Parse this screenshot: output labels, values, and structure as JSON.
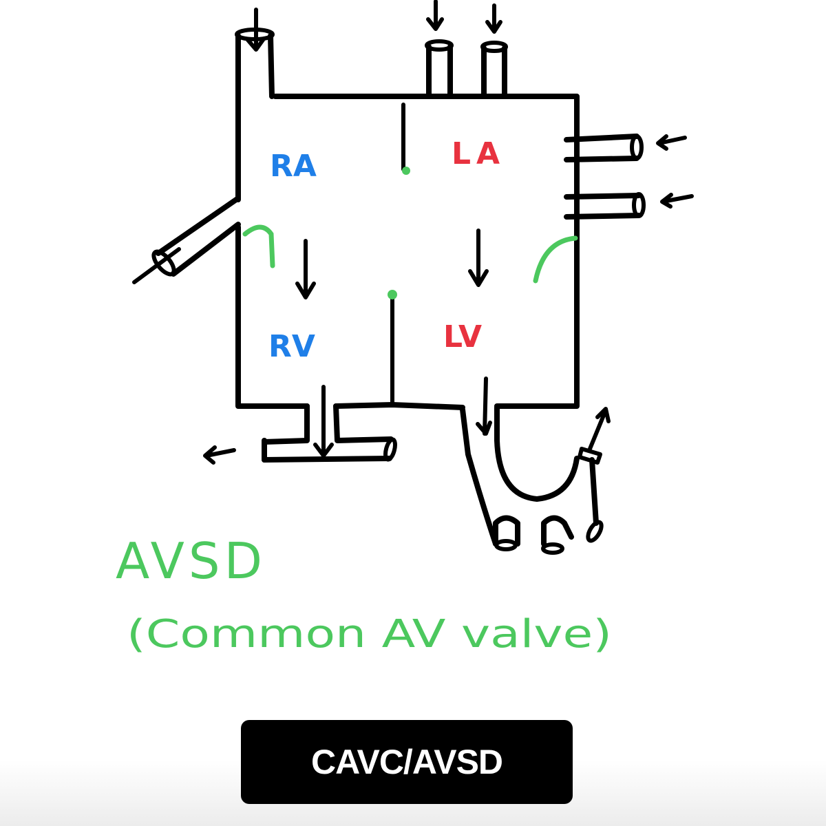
{
  "diagram": {
    "chambers": {
      "ra": "RA",
      "la": "LA",
      "rv": "RV",
      "lv": "LV"
    },
    "annotation": {
      "title": "AVSD",
      "subtitle": "(Common AV valve)"
    },
    "colors": {
      "right_heart": "#1f7fe8",
      "left_heart": "#e8323f",
      "annotation": "#4cc85e",
      "outline": "#000000"
    }
  },
  "button": {
    "label": "CAVC/AVSD"
  }
}
